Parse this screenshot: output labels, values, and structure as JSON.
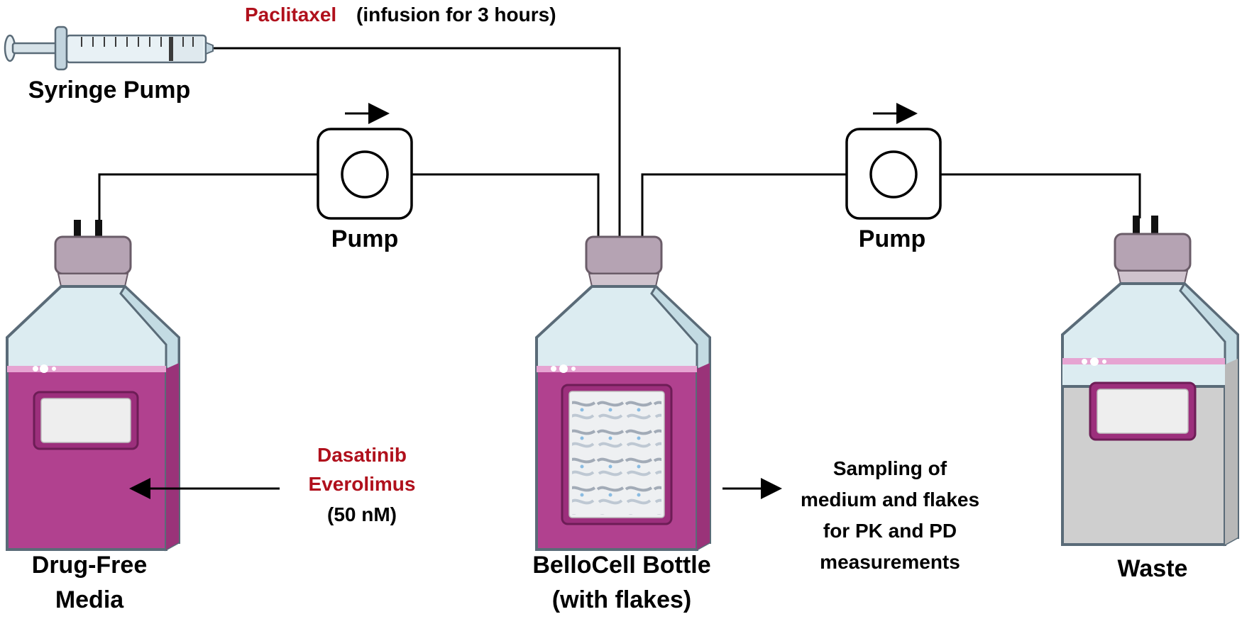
{
  "syringe": {
    "drug": "Paclitaxel",
    "infusion": "(infusion for 3 hours)",
    "label": "Syringe Pump"
  },
  "pumps": {
    "left_label": "Pump",
    "right_label": "Pump"
  },
  "media_bottle": {
    "label_line1": "Drug-Free",
    "label_line2": "Media"
  },
  "drugs": {
    "line1": "Dasatinib",
    "line2": "Everolimus",
    "line3": "(50 nM)"
  },
  "bellocell_bottle": {
    "label_line1": "BelloCell Bottle",
    "label_line2": "(with flakes)"
  },
  "sampling": {
    "line1": "Sampling of",
    "line2": "medium and flakes",
    "line3": "for PK and PD",
    "line4": "measurements"
  },
  "waste_bottle": {
    "label": "Waste"
  },
  "colors": {
    "drug_red": "#b0101c",
    "media_magenta": "#b1418f",
    "waste_gray": "#cfcfcf",
    "cap_mauve": "#b5a3b3",
    "glass_blue": "#dcecf1"
  }
}
